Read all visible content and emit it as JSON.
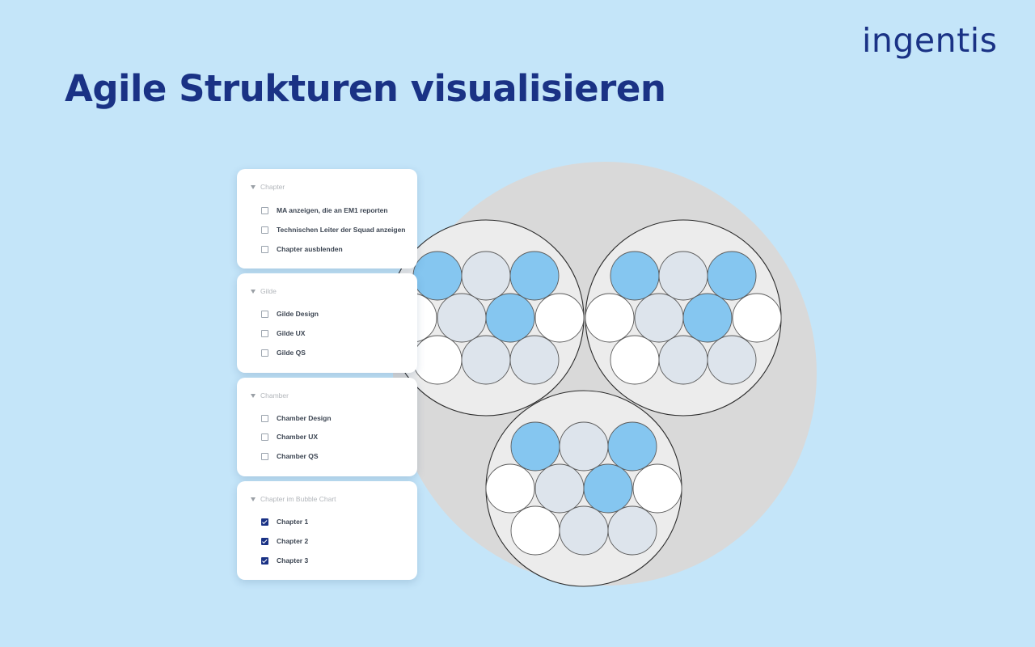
{
  "brand": {
    "logo_text": "ingentis",
    "color": "#1a3285"
  },
  "heading": "Agile Strukturen visualisieren",
  "filter_panels": [
    {
      "title": "Chapter",
      "options": [
        {
          "label": "MA anzeigen, die an EM1 reporten",
          "checked": false
        },
        {
          "label": "Technischen Leiter der Squad anzeigen",
          "checked": false
        },
        {
          "label": "Chapter ausblenden",
          "checked": false
        }
      ]
    },
    {
      "title": "Gilde",
      "options": [
        {
          "label": "Gilde Design",
          "checked": false
        },
        {
          "label": "Gilde UX",
          "checked": false
        },
        {
          "label": "Gilde QS",
          "checked": false
        }
      ]
    },
    {
      "title": "Chamber",
      "options": [
        {
          "label": "Chamber Design",
          "checked": false
        },
        {
          "label": "Chamber UX",
          "checked": false
        },
        {
          "label": "Chamber QS",
          "checked": false
        }
      ]
    },
    {
      "title": "Chapter im Bubble Chart",
      "options": [
        {
          "label": "Chapter 1",
          "checked": true
        },
        {
          "label": "Chapter 2",
          "checked": true
        },
        {
          "label": "Chapter 3",
          "checked": true
        }
      ]
    }
  ],
  "bubble_chart": {
    "colors": {
      "outer": "#d9d9d9",
      "group": "#ececec",
      "highlight": "#85c6f0",
      "member": "#dde4ec",
      "empty": "#ffffff",
      "stroke": "#2b2b2b"
    },
    "groups": [
      {
        "members": [
          "highlight",
          "member",
          "highlight",
          "empty",
          "member",
          "highlight",
          "empty",
          "empty",
          "member",
          "member"
        ]
      },
      {
        "members": [
          "highlight",
          "member",
          "highlight",
          "empty",
          "member",
          "highlight",
          "empty",
          "empty",
          "member",
          "member"
        ]
      },
      {
        "members": [
          "highlight",
          "member",
          "highlight",
          "empty",
          "member",
          "highlight",
          "empty",
          "empty",
          "member",
          "member"
        ]
      }
    ]
  }
}
